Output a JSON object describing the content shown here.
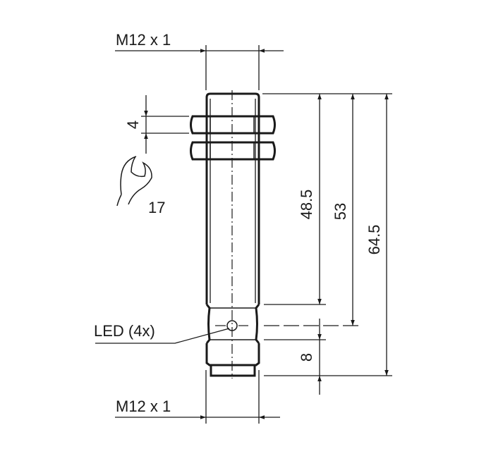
{
  "labels": {
    "thread_top": "M12 x 1",
    "thread_bottom": "M12 x 1",
    "nut_thickness": "4",
    "wrench_size": "17",
    "led": "LED (4x)",
    "dim_48_5": "48.5",
    "dim_53": "53",
    "dim_64_5": "64.5",
    "dim_8": "8"
  },
  "colors": {
    "line": "#1a1a1a",
    "background": "#ffffff"
  }
}
